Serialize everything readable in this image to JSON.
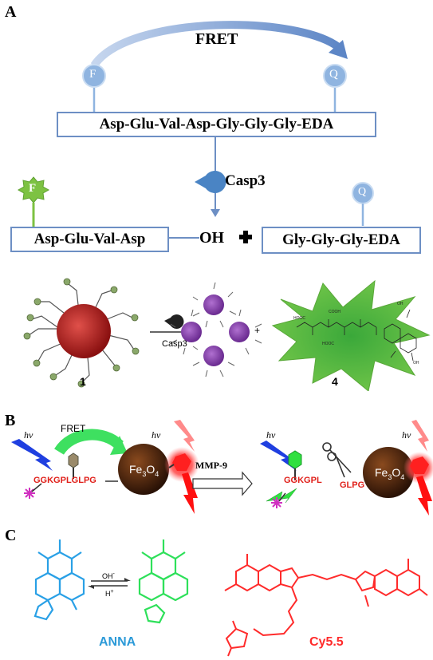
{
  "panel_a": {
    "letter": "A",
    "fret_label": "FRET",
    "donor_letter": "F",
    "quencher_letter": "Q",
    "substrate_sequence": "Asp-Glu-Val-Asp-Gly-Gly-Gly-EDA",
    "enzyme_label": "Casp3",
    "fragment_left": "Asp-Glu-Val-Asp",
    "oh_label": "OH",
    "fragment_right": "Gly-Gly-Gly-EDA",
    "scheme_enzyme_label": "Casp3",
    "compound_1_label": "1",
    "compound_4_label": "4",
    "plus": "+"
  },
  "panel_b": {
    "letter": "B",
    "hv_1": "hv",
    "fret_label": "FRET",
    "peptide_intact": "GGKGPLGLPG",
    "np_label_main": "Fe",
    "np_label_sub3": "3",
    "np_label_o": "O",
    "np_label_sub4": "4",
    "hv_2": "hv",
    "enzyme_label": "MMP-9",
    "hv_3": "hv",
    "peptide_cleaved_left": "GGKGPL",
    "peptide_cleaved_right": "GLPG",
    "hv_4": "hv"
  },
  "panel_c": {
    "letter": "C",
    "forward_reagent": "OH",
    "forward_charge": "-",
    "reverse_reagent": "H",
    "reverse_charge": "+",
    "dye_1_name": "ANNA",
    "dye_2_name": "Cy5.5"
  },
  "colors": {
    "box_border": "#6d8fc4",
    "fluorophore_green": "#7dc242",
    "quencher_blue": "#8fb4e0",
    "fret_arrow": "#7aa0d4",
    "cy55_red": "#ff2b2b",
    "anna_blue": "#29a0e6",
    "anna_green": "#2ee05a"
  }
}
